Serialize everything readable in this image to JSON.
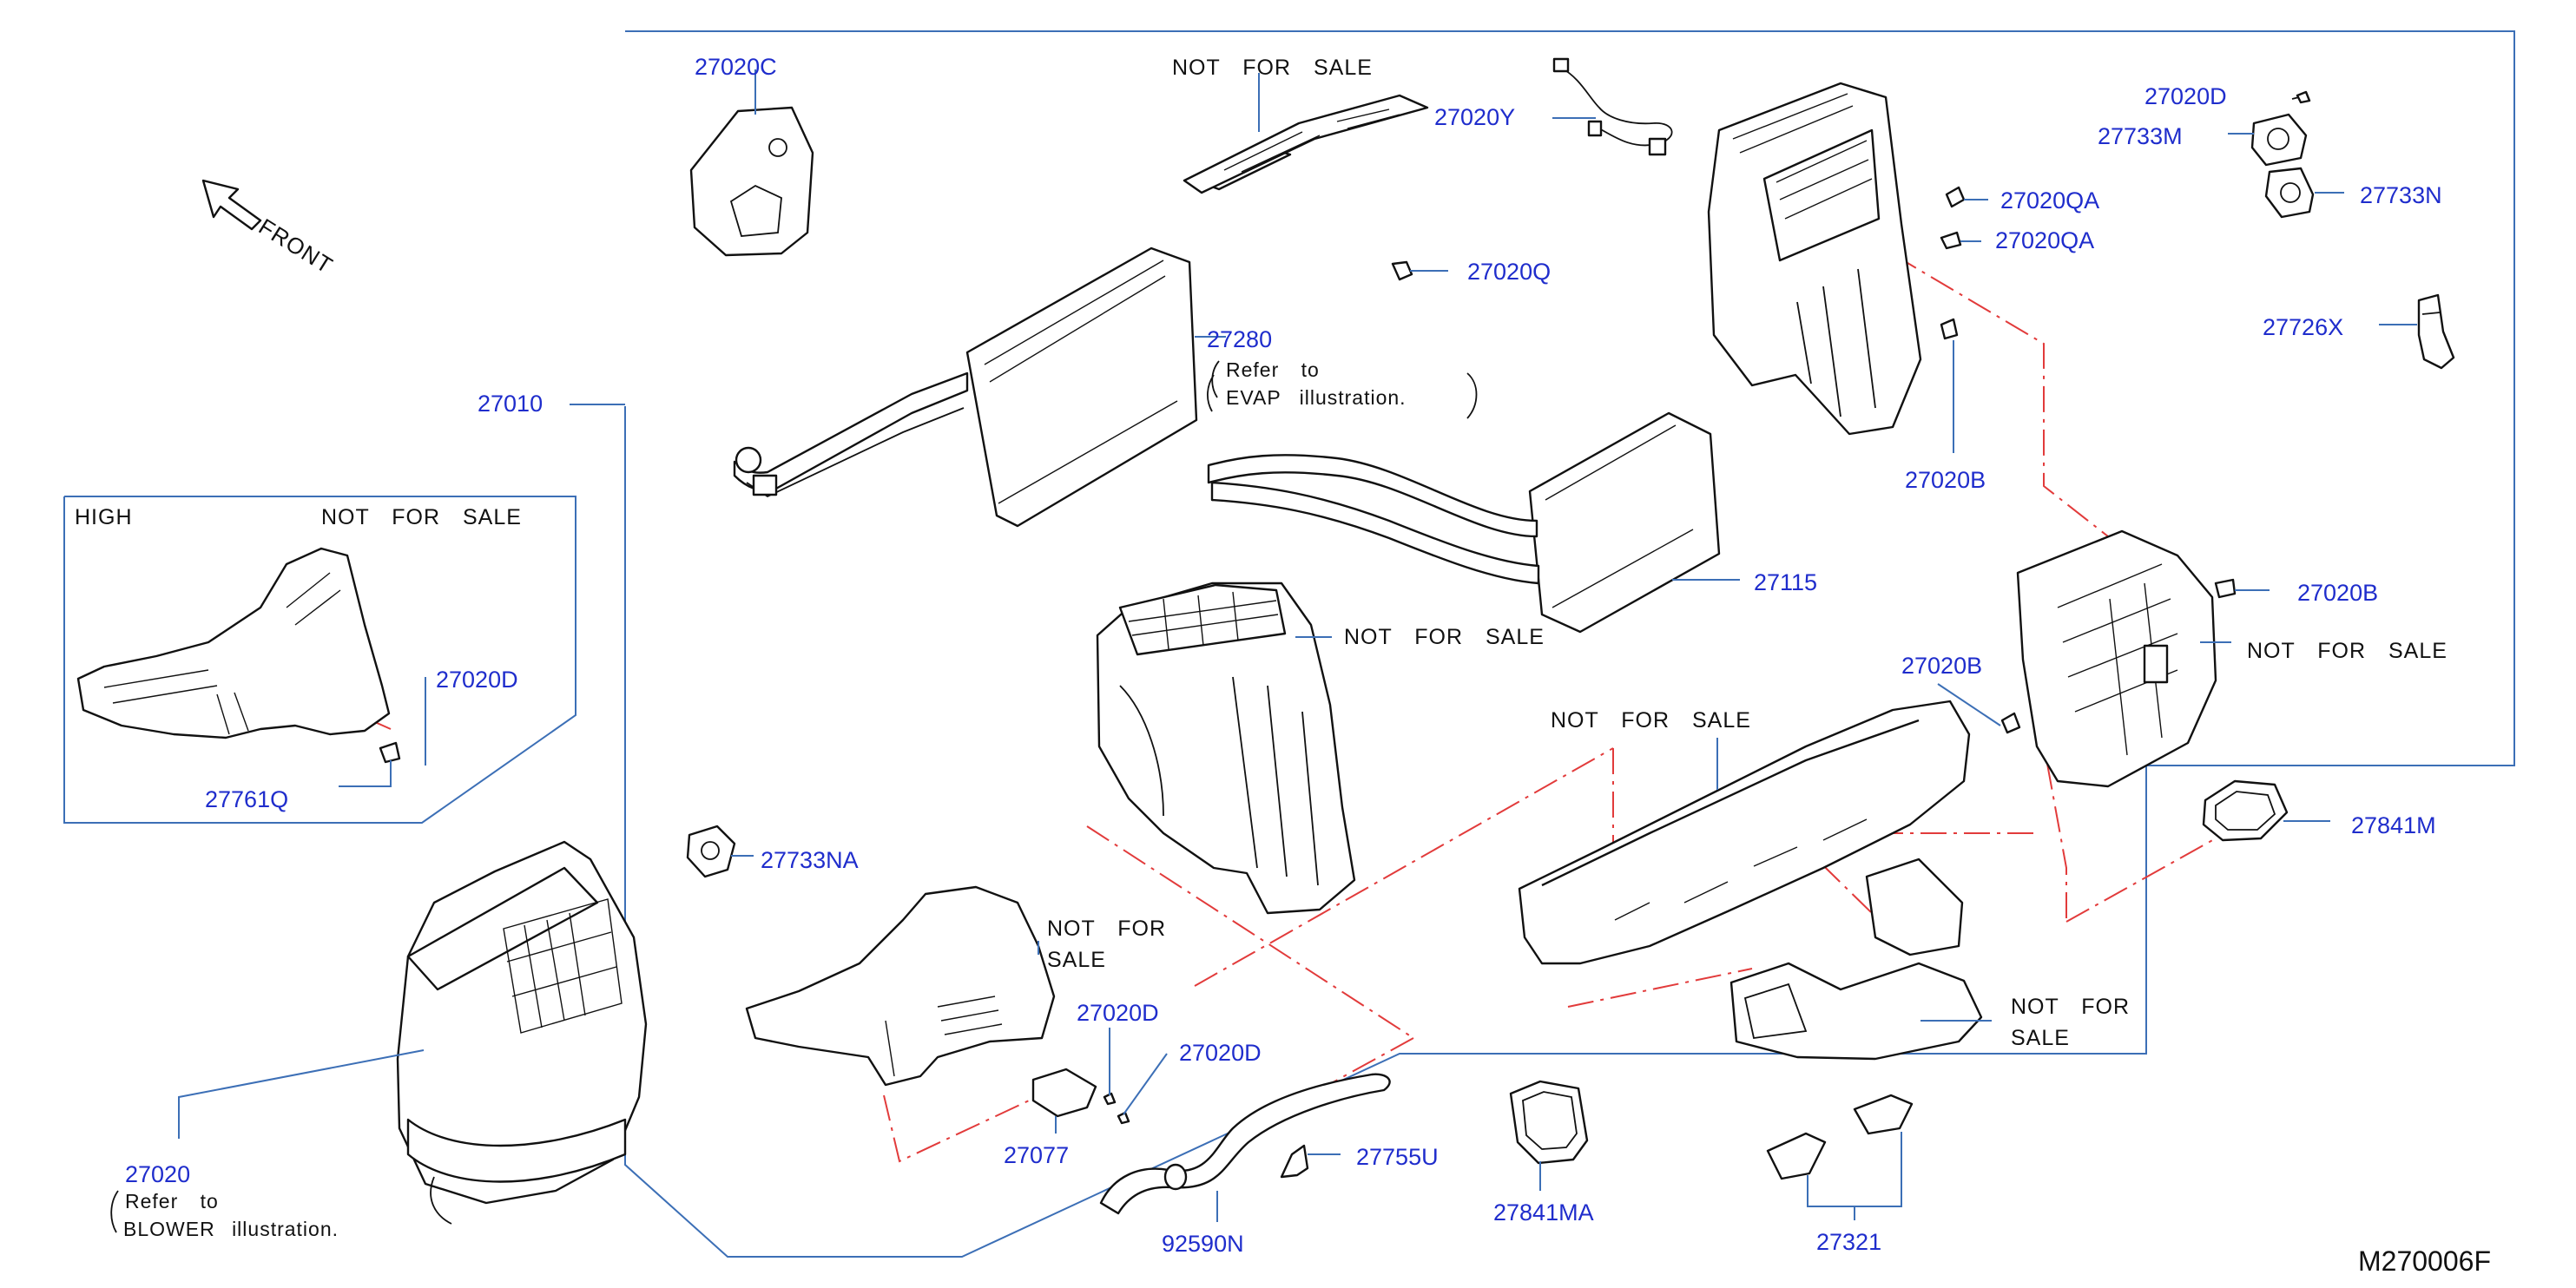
{
  "diagram_code": "M270006F",
  "front_label": "FRONT",
  "inset_title": "HIGH",
  "not_for_sale": "NOT FOR SALE",
  "not_for": "NOT FOR",
  "sale": "SALE",
  "refer_to": "Refer to",
  "evap_illustration": "EVAP illustration.",
  "blower_illustration": "BLOWER illustration.",
  "parts": {
    "p27010": "27010",
    "p27020C": "27020C",
    "p27020Y": "27020Y",
    "p27020Q": "27020Q",
    "p27280": "27280",
    "p27115": "27115",
    "p27020QA": "27020QA",
    "p27020B": "27020B",
    "p27020D": "27020D",
    "p27733M": "27733M",
    "p27733N": "27733N",
    "p27726X": "27726X",
    "p27761Q": "27761Q",
    "p27733NA": "27733NA",
    "p27077": "27077",
    "p27755U": "27755U",
    "p92590N": "92590N",
    "p27841MA": "27841MA",
    "p27321": "27321",
    "p27841M": "27841M",
    "p27020": "27020"
  },
  "icons": [
    "front-arrow-icon"
  ]
}
